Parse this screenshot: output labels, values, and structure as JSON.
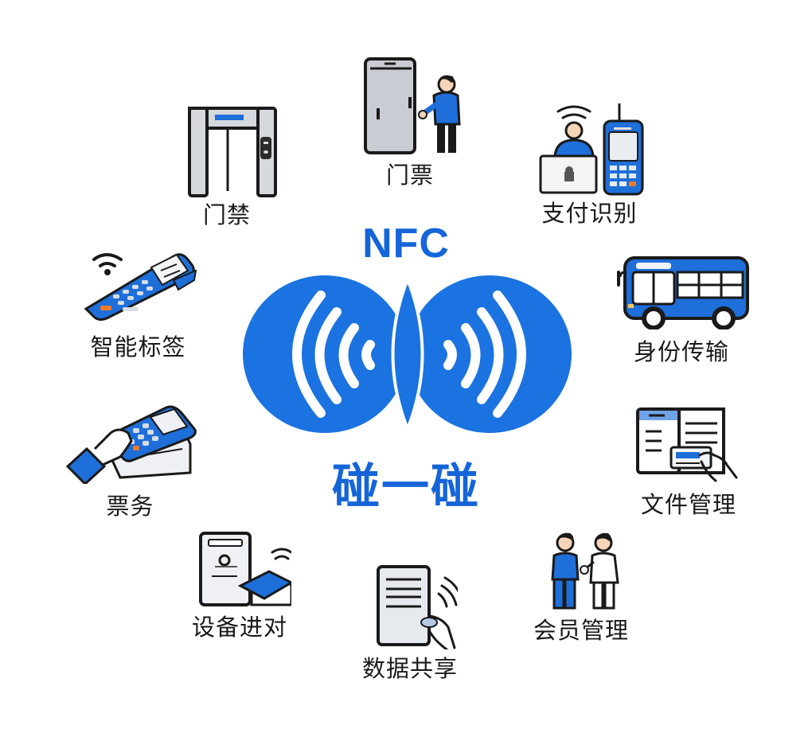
{
  "center": {
    "title": "NFC",
    "subtitle": "碰一碰",
    "logo_icon": "nfc-dual-wave-icon"
  },
  "colors": {
    "primary_blue": "#1a73e0",
    "title_blue": "#1565d8",
    "icon_blue": "#1e6fd9",
    "outline": "#1a1a1a",
    "gray_fill": "#d5d8dc",
    "label_text": "#1a1a1a",
    "accent_orange": "#f07a2a",
    "skin": "#f6d4b8"
  },
  "applications": [
    {
      "id": "access-control",
      "label": "门禁",
      "icon": "gate-icon"
    },
    {
      "id": "door-ticket",
      "label": "门票",
      "icon": "door-person-icon"
    },
    {
      "id": "payment-recognition",
      "label": "支付识别",
      "icon": "pos-terminal-icon"
    },
    {
      "id": "identity-transfer",
      "label": "身份传输",
      "icon": "bus-icon"
    },
    {
      "id": "file-management",
      "label": "文件管理",
      "icon": "document-card-icon"
    },
    {
      "id": "member-management",
      "label": "会员管理",
      "icon": "two-people-icon"
    },
    {
      "id": "data-sharing",
      "label": "数据共享",
      "icon": "tablet-hand-icon"
    },
    {
      "id": "device-pairing",
      "label": "设备进对",
      "icon": "device-pairing-icon"
    },
    {
      "id": "ticketing",
      "label": "票务",
      "icon": "card-reader-hand-icon"
    },
    {
      "id": "smart-tag",
      "label": "智能标签",
      "icon": "handheld-reader-icon"
    }
  ]
}
